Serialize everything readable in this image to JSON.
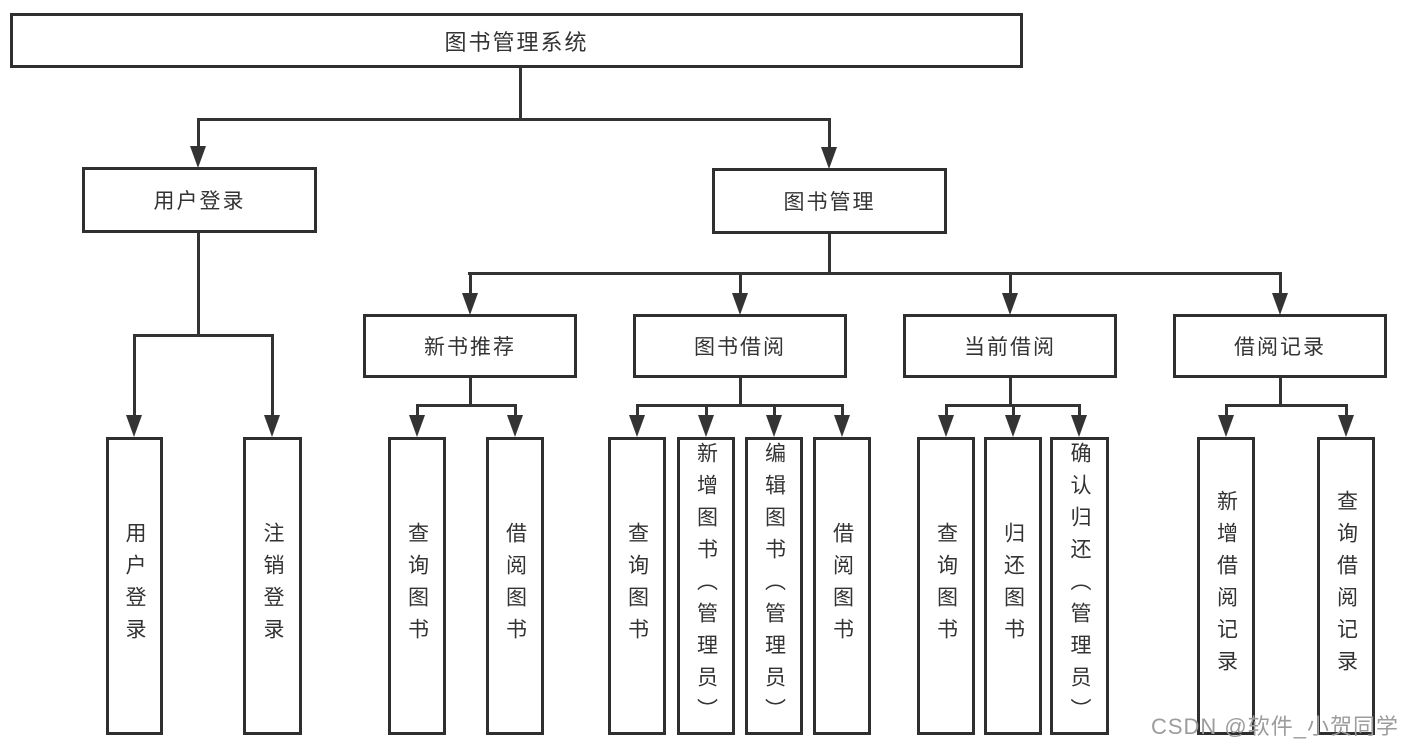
{
  "nodes": {
    "root": {
      "label": "图书管理系统"
    },
    "user_login_group": {
      "label": "用户登录"
    },
    "book_management": {
      "label": "图书管理"
    },
    "user_login": {
      "label": "用户登录"
    },
    "logout": {
      "label": "注销登录"
    },
    "new_book_recommend": {
      "label": "新书推荐"
    },
    "book_borrow": {
      "label": "图书借阅"
    },
    "current_borrow": {
      "label": "当前借阅"
    },
    "borrow_record": {
      "label": "借阅记录"
    },
    "nbr_query_book": {
      "label": "查询图书"
    },
    "nbr_borrow_book": {
      "label": "借阅图书"
    },
    "bb_query_book": {
      "label": "查询图书"
    },
    "bb_add_book": {
      "label": "新增图书（管理员）"
    },
    "bb_edit_book": {
      "label": "编辑图书（管理员）"
    },
    "bb_borrow_book": {
      "label": "借阅图书"
    },
    "cb_query_book": {
      "label": "查询图书"
    },
    "cb_return_book": {
      "label": "归还图书"
    },
    "cb_confirm_return": {
      "label": "确认归还（管理员）"
    },
    "br_add_record": {
      "label": "新增借阅记录"
    },
    "br_query_record": {
      "label": "查询借阅记录"
    }
  },
  "watermark": {
    "text": "CSDN @软件_小贺同学"
  },
  "colors": {
    "line": "#333333",
    "box_border": "#2f2f2f",
    "text": "#333333",
    "background": "#ffffff",
    "watermark": "#9c9c9c"
  }
}
